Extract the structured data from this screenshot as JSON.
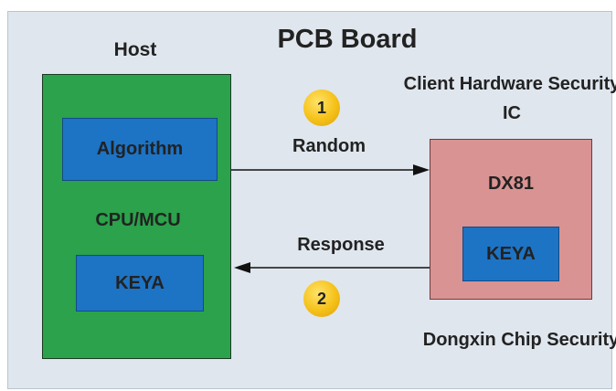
{
  "title": "PCB Board",
  "host": {
    "label": "Host",
    "algorithm": "Algorithm",
    "cpu": "CPU/MCU",
    "key": "KEYA"
  },
  "client": {
    "label": "Client Hardware Security IC",
    "chip": "DX81",
    "key": "KEYA"
  },
  "flows": {
    "step1": "1",
    "random": "Random",
    "step2": "2",
    "response": "Response"
  },
  "vendor": "Dongxin Chip Security",
  "colors": {
    "board": "#dfe6ee",
    "host_box": "#2ba24b",
    "key_box": "#1d73c4",
    "ic_box": "#d99392",
    "badge": "#f5c118"
  }
}
